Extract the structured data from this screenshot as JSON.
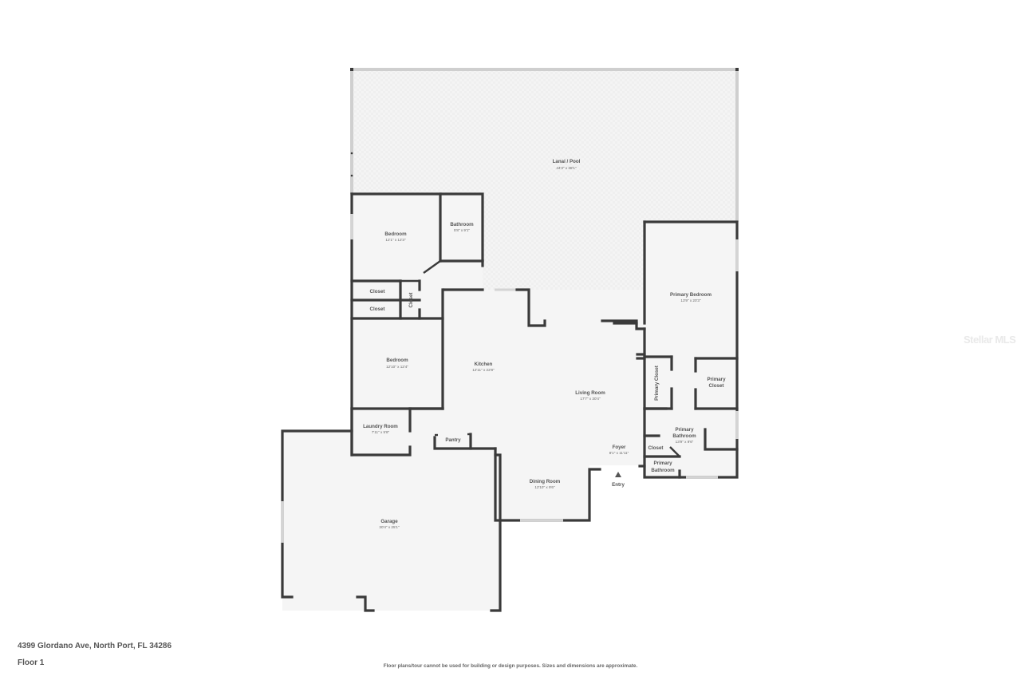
{
  "footer": {
    "address": "4399 Glordano Ave, North Port, FL 34286",
    "floor": "Floor 1",
    "disclaimer": "Floor plans/tour cannot be used for building or design purposes. Sizes and dimensions are approximate."
  },
  "watermark": "Stellar MLS",
  "colors": {
    "wall": "#3a3a3a",
    "floor": "#f5f5f5",
    "lanai": "#f3f3f3",
    "window": "#d4d4d4"
  },
  "rooms": {
    "lanai": {
      "name": "Lanai / Pool",
      "dim": "44'3\" x 38'1\""
    },
    "bedroom1": {
      "name": "Bedroom",
      "dim": "12'1\" x 12'3\""
    },
    "bathroom": {
      "name": "Bathroom",
      "dim": "5'8\" x 9'1\""
    },
    "closet1": {
      "name": "Closet"
    },
    "closet2": {
      "name": "Closet"
    },
    "closet3": {
      "name": "Closet"
    },
    "bedroom2": {
      "name": "Bedroom",
      "dim": "12'10\" x 12'4\""
    },
    "kitchen": {
      "name": "Kitchen",
      "dim": "12'11\" x 22'8\""
    },
    "living": {
      "name": "Living Room",
      "dim": "17'7\" x 30'4\""
    },
    "primary_bedroom": {
      "name": "Primary Bedroom",
      "dim": "13'9\" x 20'3\""
    },
    "primary_closet_a": {
      "name": "Primary Closet"
    },
    "primary_closet_b": {
      "name_line1": "Primary",
      "name_line2": "Closet"
    },
    "primary_bath": {
      "name_line1": "Primary",
      "name_line2": "Bathroom",
      "dim": "13'9\" x 9'6\""
    },
    "primary_bath_closet": {
      "name": "Closet"
    },
    "primary_wc": {
      "name_line1": "Primary",
      "name_line2": "Bathroom"
    },
    "laundry": {
      "name": "Laundry Room",
      "dim": "7'11\" x 5'8\""
    },
    "pantry": {
      "name": "Pantry"
    },
    "foyer": {
      "name": "Foyer",
      "dim": "8'1\" x 11'11\""
    },
    "dining": {
      "name": "Dining Room",
      "dim": "12'10\" x 9'6\""
    },
    "garage": {
      "name": "Garage",
      "dim": "30'4\" x 25'1\""
    },
    "entry": {
      "name": "Entry"
    }
  }
}
